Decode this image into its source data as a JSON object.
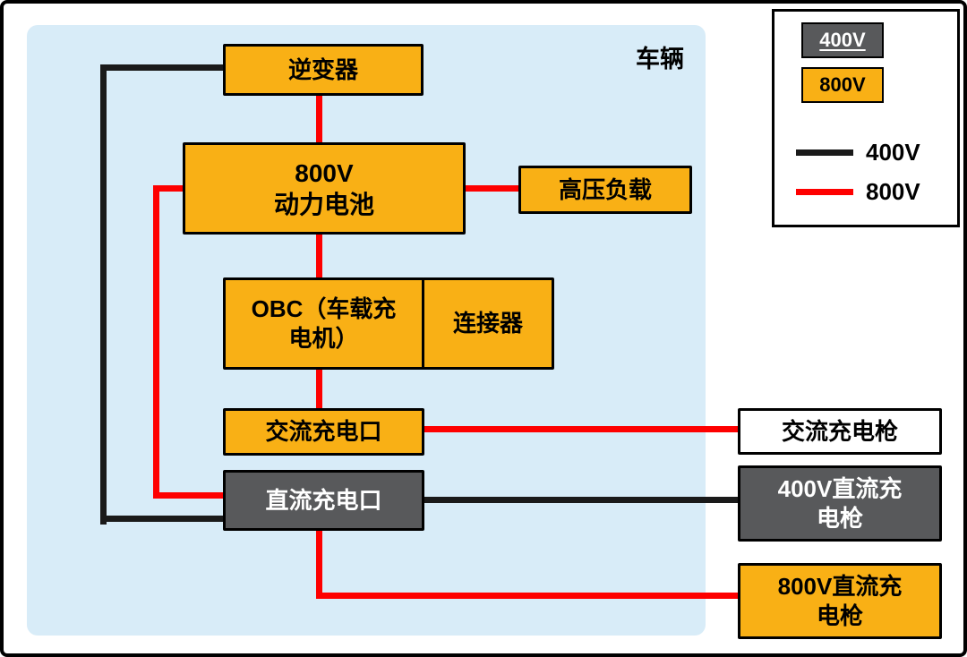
{
  "diagram": {
    "vehicle_label": "车辆",
    "nodes": {
      "inverter": {
        "label": "逆变器"
      },
      "battery": {
        "label": "800V\n动力电池"
      },
      "hv_load": {
        "label": "高压负载"
      },
      "obc": {
        "label": "OBC（车载充\n电机）"
      },
      "connector": {
        "label": "连接器"
      },
      "ac_port": {
        "label": "交流充电口"
      },
      "dc_port": {
        "label": "直流充电口"
      },
      "ac_gun": {
        "label": "交流充电枪"
      },
      "dc_gun_400v": {
        "label": "400V直流充\n电枪"
      },
      "dc_gun_800v": {
        "label": "800V直流充\n电枪"
      }
    },
    "legend": {
      "box_400_label": "400V",
      "box_800_label": "800V",
      "line_400_label": "400V",
      "line_800_label": "800V"
    },
    "colors": {
      "orange": "#F9B015",
      "gray": "#58595B",
      "red": "#FE0000",
      "black": "#1A1A1A",
      "blue": "#D8ECF8"
    }
  }
}
